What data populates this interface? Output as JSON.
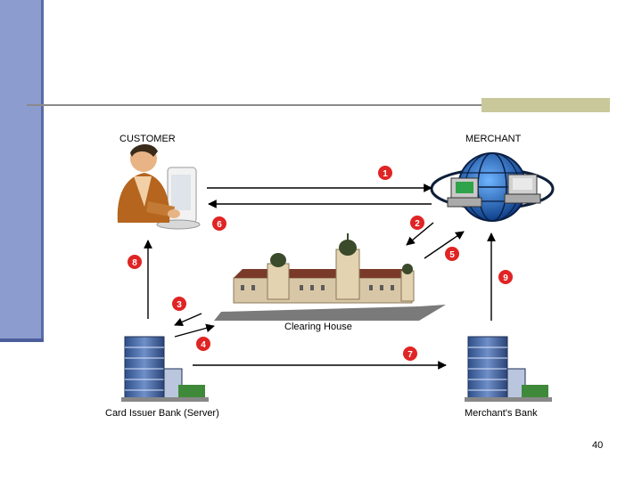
{
  "nodes": {
    "customer": "CUSTOMER",
    "merchant": "MERCHANT",
    "clearing_house": "Clearing House",
    "card_issuer_bank": "Card Issuer Bank (Server)",
    "merchants_bank": "Merchant's Bank"
  },
  "steps": [
    "1",
    "2",
    "3",
    "4",
    "5",
    "6",
    "7",
    "8",
    "9"
  ],
  "page_number": "40",
  "colors": {
    "sidebar": "#8c9ccf",
    "accent": "#c8c89a",
    "step_badge": "#e02424"
  }
}
